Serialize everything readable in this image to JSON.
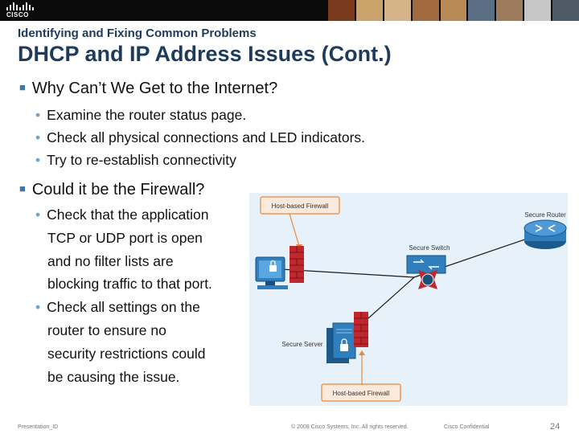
{
  "header": {
    "logo_text": "CISCO",
    "subtitle": "Identifying and Fixing Common Problems",
    "title": "DHCP and IP Address Issues (Cont.)"
  },
  "bullets": [
    {
      "text": "Why Can’t We Get to the Internet?",
      "items": [
        "Examine the router status page.",
        "Check all physical connections and LED indicators.",
        "Try to re-establish connectivity"
      ]
    },
    {
      "text": "Could it be the Firewall?",
      "items": [
        {
          "first": "Check that the application",
          "rest": [
            "TCP or UDP port is open",
            "and no filter lists are",
            "blocking traffic to that port."
          ]
        },
        {
          "first": "Check all settings on the",
          "rest": [
            "router  to ensure no",
            "security restrictions could",
            "be causing the issue."
          ]
        }
      ]
    }
  ],
  "diagram": {
    "labels": {
      "host_firewall_top": "Host-based Firewall",
      "secure_router": "Secure Router",
      "secure_switch": "Secure Switch",
      "secure_server": "Secure Server",
      "host_firewall_bottom": "Host-based Firewall"
    },
    "colors": {
      "background": "#e6f1fa",
      "callout_border": "#e8893a",
      "device_blue": "#2f7fbf",
      "firewall_red": "#c0272d"
    }
  },
  "footer": {
    "presentation_id": "Presentation_ID",
    "copyright": "© 2008 Cisco Systems, Inc. All rights reserved.",
    "classification": "Cisco Confidential",
    "page_number": "24"
  }
}
